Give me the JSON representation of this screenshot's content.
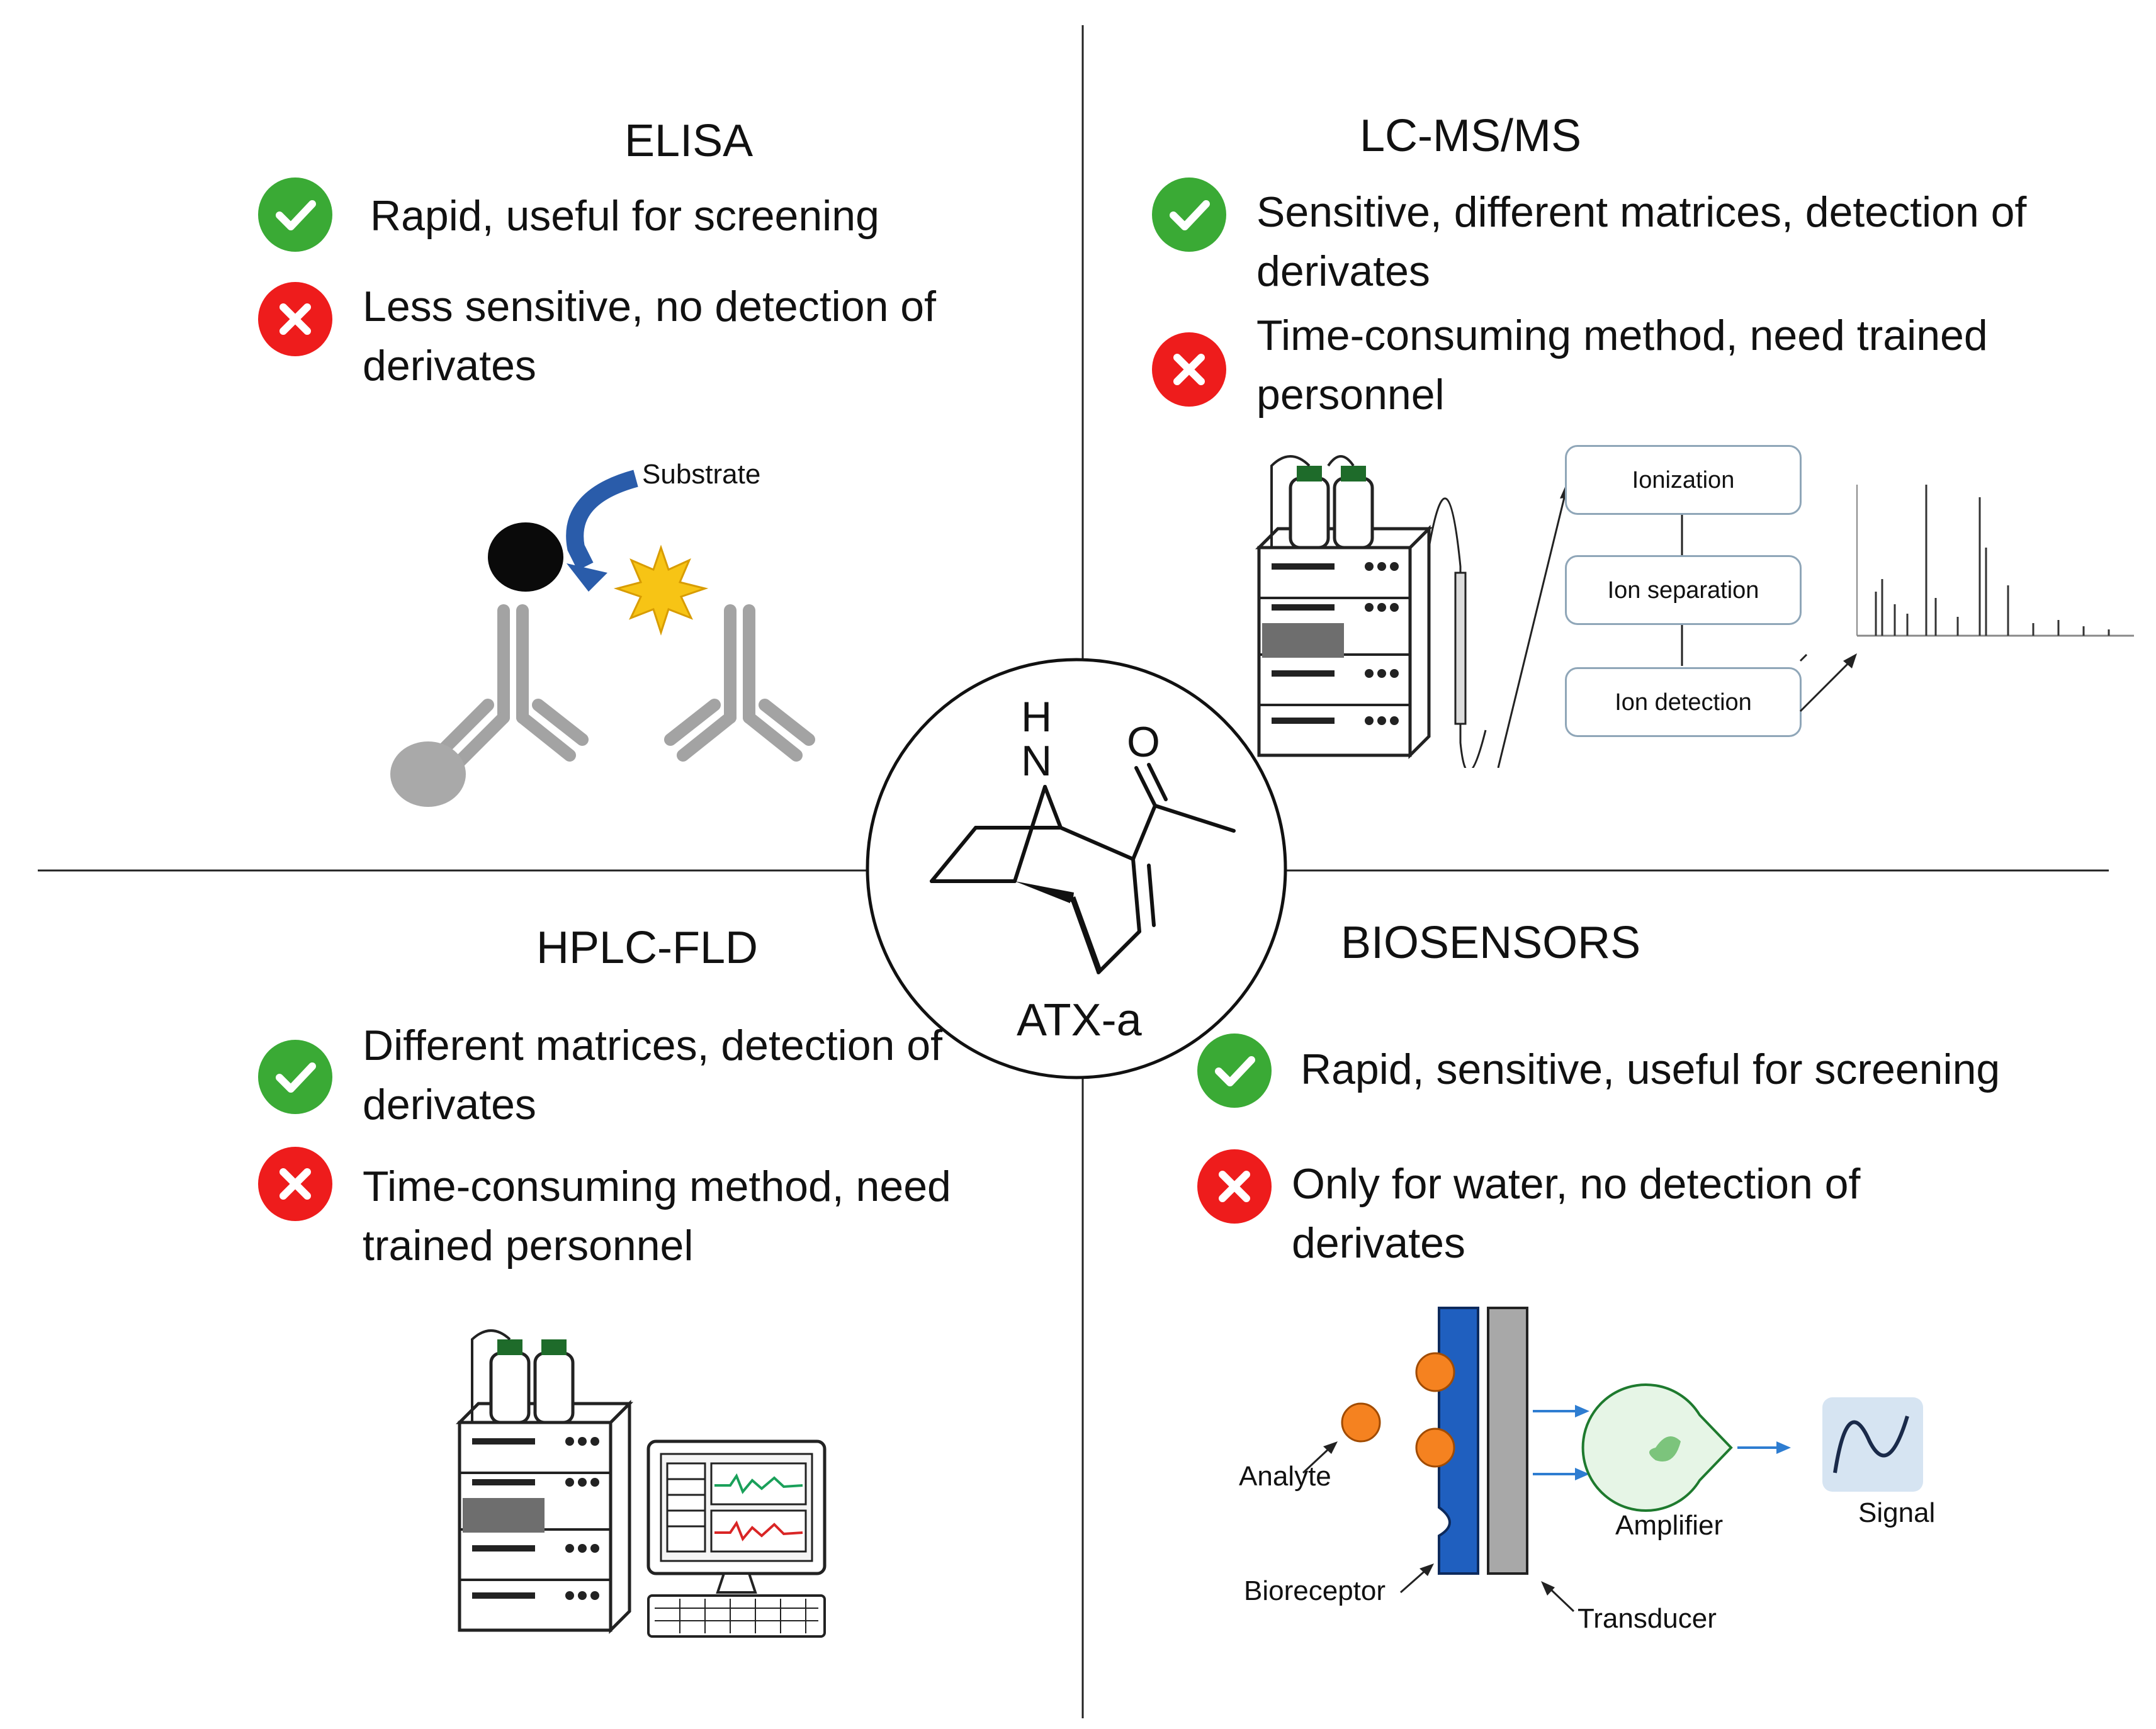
{
  "center": {
    "label": "ATX-a",
    "atom_n": "N",
    "atom_h": "H",
    "atom_o": "O"
  },
  "elisa": {
    "title": "ELISA",
    "pro": "Rapid, useful for screening",
    "con": "Less sensitive, no detection of derivates",
    "substrate": "Substrate"
  },
  "lcms": {
    "title": "LC-MS/MS",
    "pro": "Sensitive, different matrices, detection of derivates",
    "con": "Time-consuming method, need trained personnel",
    "steps": [
      "Ionization",
      "Ion separation",
      "Ion detection"
    ]
  },
  "hplc": {
    "title": "HPLC-FLD",
    "pro": "Different matrices, detection of derivates",
    "con": "Time-consuming method, need trained personnel"
  },
  "biosensors": {
    "title": "BIOSENSORS",
    "pro": "Rapid, sensitive, useful for screening",
    "con": "Only for water, no detection of derivates",
    "analyte": "Analyte",
    "bioreceptor": "Bioreceptor",
    "transducer": "Transducer",
    "amplifier": "Amplifier",
    "signal": "Signal"
  },
  "colors": {
    "pro_icon": "#3aaa35",
    "con_icon": "#ee1c1c",
    "analyte": "#f58220",
    "bioreceptor": "#1f5fbf",
    "arrow_blue": "#2e7dd1",
    "signal_bg": "#d6e4f2"
  }
}
